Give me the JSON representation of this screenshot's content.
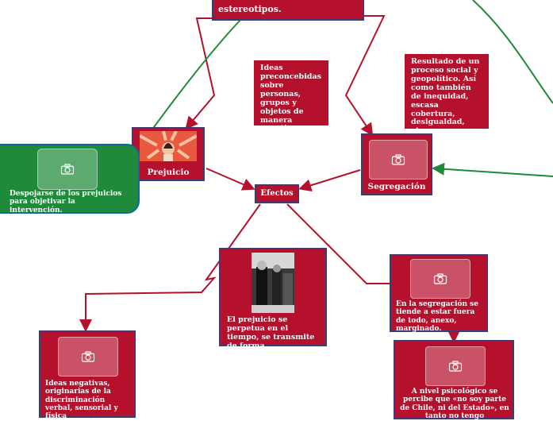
{
  "top_node": {
    "text": "estereotipos."
  },
  "prejuicio": {
    "label": "Prejuicio"
  },
  "definicion": {
    "text": "Ideas preconcebidas sobre personas, grupos y objetos de manera negativa."
  },
  "resultado": {
    "text": "Resultado de un proceso social y geopolítico. Así como también de inequidad, escasa cobertura, desigualdad, etc."
  },
  "segregacion": {
    "label": "Segregación"
  },
  "despojarse": {
    "text": "Despojarse de los prejuicios para objetivar la intervención."
  },
  "efectos": {
    "label": "Efectos"
  },
  "perpetua": {
    "text": "El prejuicio se perpetua en el tiempo, se transmite de forma generacional."
  },
  "afuera": {
    "text": "En la segregación se tiende a estar fuera de todo, anexo, marginado."
  },
  "ideas_negativas": {
    "text": "Ideas negativas, originarias de la discriminación verbal, sensorial y física"
  },
  "psicologico": {
    "text": "A nivel psicológico se percibe que «no soy parte de Chile, ni del Estado», en tanto no tengo"
  },
  "colors": {
    "node": "#b5102c",
    "border": "#3d3a7a",
    "link": "#b5102c",
    "green": "#1f8a3a",
    "green_link": "#1f8a3a"
  },
  "icons": {
    "placeholder": "camera-icon"
  }
}
